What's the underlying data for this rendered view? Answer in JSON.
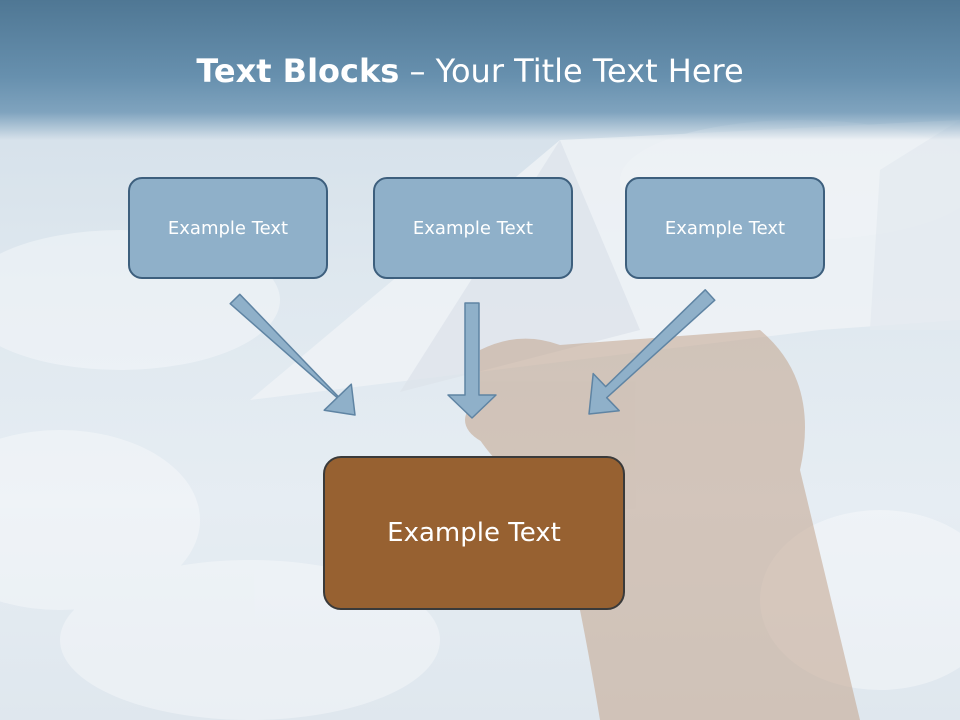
{
  "title": {
    "bold": "Text Blocks",
    "separator": " – ",
    "rest": "Your Title Text Here"
  },
  "boxes": {
    "left": "Example Text",
    "middle": "Example Text",
    "right": "Example Text",
    "bottom": "Example Text"
  },
  "colors": {
    "header": "#5f87a6",
    "top_box_fill": "#8fb0c9",
    "top_box_border": "#3d5f7d",
    "bottom_box_fill": "#976131",
    "arrow_fill": "#8fb0c9"
  },
  "background_image": "paper-airplane-in-hand-sky"
}
